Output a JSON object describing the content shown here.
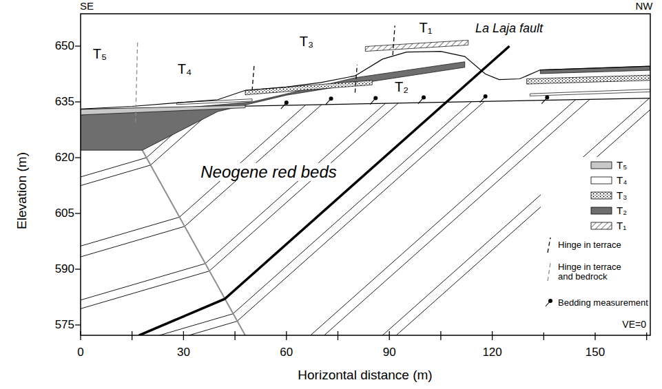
{
  "diagram": {
    "labels": [
      "SE",
      "NW",
      "La Laja fault",
      "Neogene red beds",
      "T₅",
      "T₄",
      "T₃",
      "T₁",
      "T₂",
      "650",
      "635",
      "620",
      "605",
      "590",
      "575",
      "Elevation (m)",
      "0",
      "30",
      "60",
      "90",
      "120",
      "150",
      "Horizontal distance (m)",
      "VE=0"
    ],
    "legend": [
      {
        "text": "T₅",
        "color": "#c8c8c8"
      },
      {
        "text": "T₄",
        "color": "#ffffff"
      },
      {
        "text": "T₃"
      },
      {
        "text": "T₂",
        "color": "#6e6e6e"
      },
      {
        "text": "T₁"
      },
      {
        "text": "Hinge in terrace"
      },
      {
        "text": "Hinge in terrace and bedrock"
      },
      {
        "text": "Bedding measurement"
      }
    ]
  }
}
